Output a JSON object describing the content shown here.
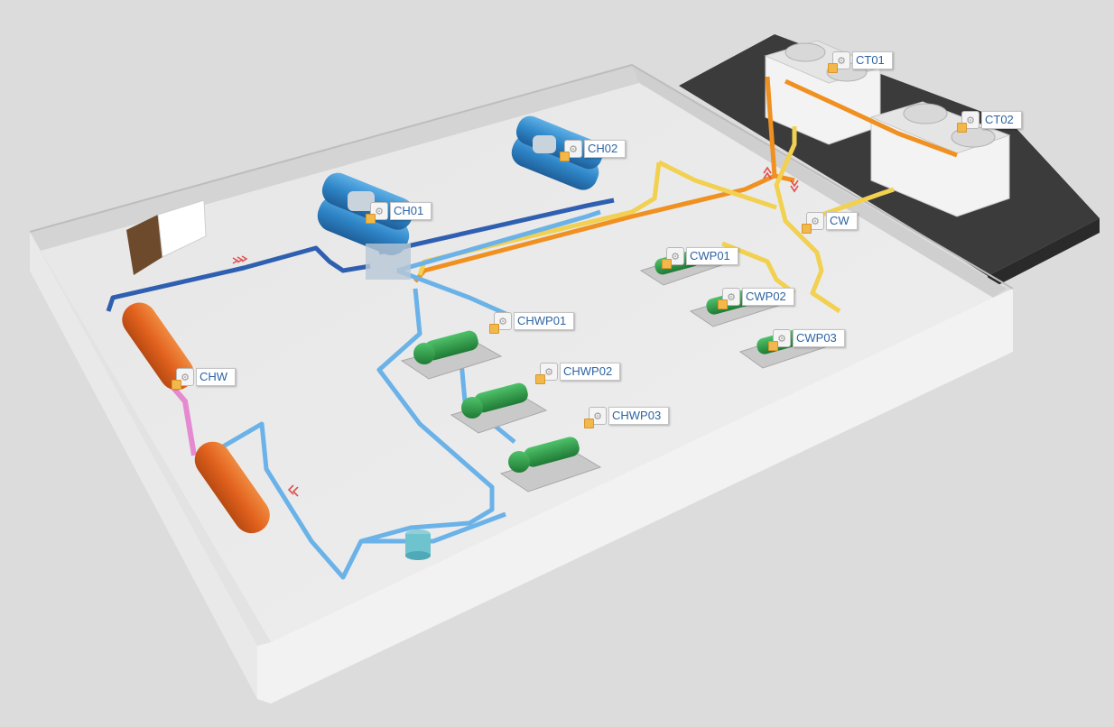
{
  "colors": {
    "background": "#dcdcdc",
    "floor": "#eaeaea",
    "wall": "#f4f4f4",
    "outdoor_deck": "#3b3b3b",
    "chilled_supply": "#2f5fb0",
    "chilled_return": "#6ab2e8",
    "condenser_supply": "#f09020",
    "condenser_return": "#f2d050",
    "chiller": "#2f86c8",
    "pump": "#2e9b46",
    "header": "#e2621e",
    "flow_arrow": "#e05050",
    "tag_text": "#2d63a3",
    "status_marker": "#f2b84a"
  },
  "icons": {
    "tag_icon": "settings-icon",
    "status_marker": "status-marker-icon"
  },
  "equipment_tags": [
    {
      "id": "ct01",
      "label": "CT01"
    },
    {
      "id": "ct02",
      "label": "CT02"
    },
    {
      "id": "ch02",
      "label": "CH02"
    },
    {
      "id": "ch01",
      "label": "CH01"
    },
    {
      "id": "cw",
      "label": "CW"
    },
    {
      "id": "cwp01",
      "label": "CWP01"
    },
    {
      "id": "cwp02",
      "label": "CWP02"
    },
    {
      "id": "cwp03",
      "label": "CWP03"
    },
    {
      "id": "chwp01",
      "label": "CHWP01"
    },
    {
      "id": "chwp02",
      "label": "CHWP02"
    },
    {
      "id": "chwp03",
      "label": "CHWP03"
    },
    {
      "id": "chw",
      "label": "CHW"
    }
  ]
}
